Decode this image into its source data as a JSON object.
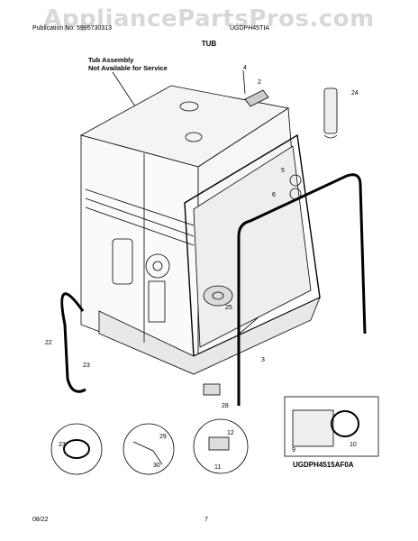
{
  "header": {
    "publication": "Publication No: 5995730313",
    "model": "UGDPH45TIA",
    "watermark": "AppliancePartsPros.com"
  },
  "title": "TUB",
  "tub_label_line1": "Tub Assembly",
  "tub_label_line2": "Not Available for Service",
  "callouts": [
    "2",
    "3",
    "4",
    "5",
    "6",
    "9",
    "10",
    "11",
    "12",
    "22",
    "23",
    "23",
    "24",
    "25",
    "28",
    "29",
    "30"
  ],
  "reference_code": "UGDPH4515AF0A",
  "footer": {
    "date": "08/22",
    "page": "7"
  }
}
